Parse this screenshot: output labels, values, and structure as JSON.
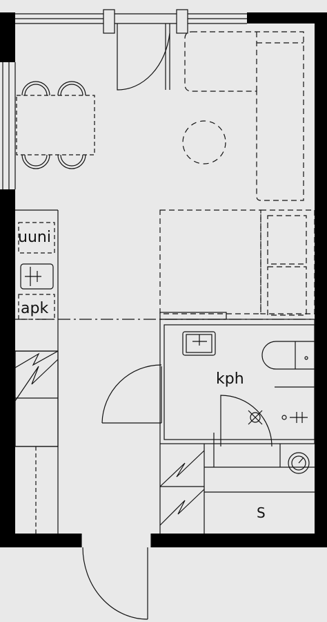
{
  "labels": {
    "oven": "uuni",
    "dishwasher": "apk",
    "bathroom": "kph",
    "sauna": "S"
  },
  "colors": {
    "background": "#e9e9e9",
    "wall": "#000000",
    "line": "#111111"
  }
}
